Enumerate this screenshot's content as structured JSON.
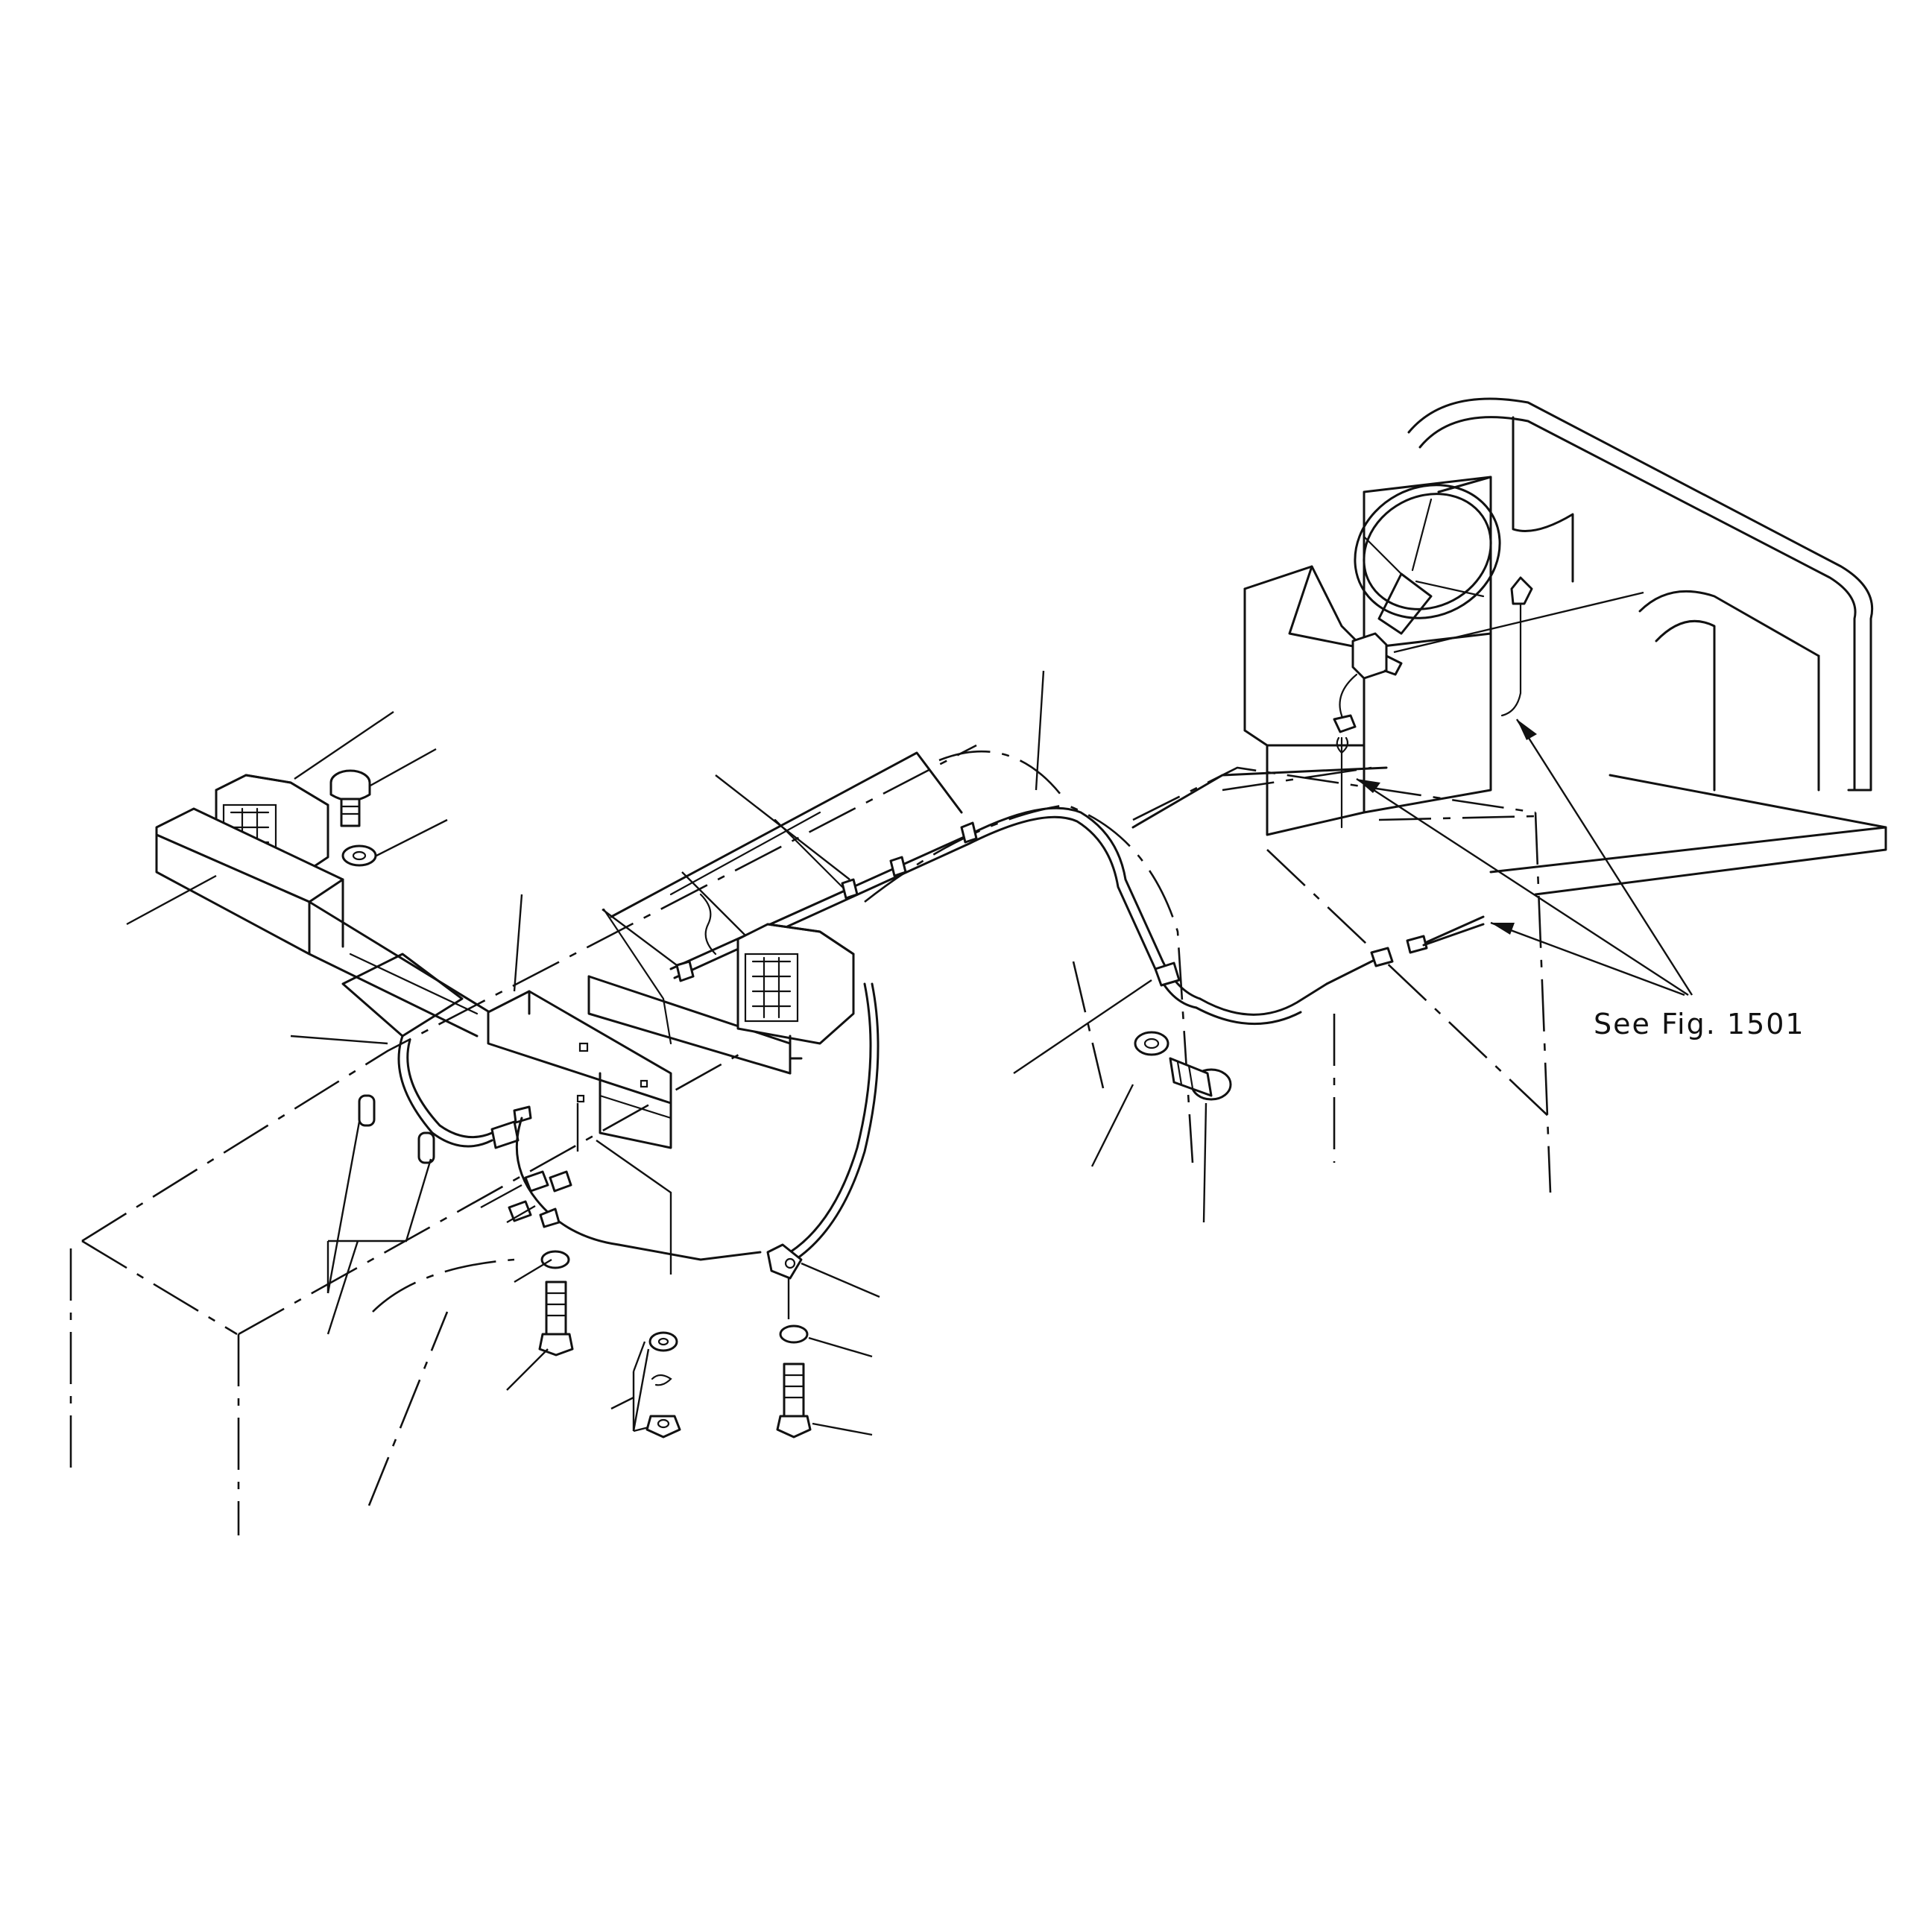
{
  "callout": {
    "text": "See Fig. 1501"
  },
  "colors": {
    "ink": "#111111",
    "paper": "#ffffff"
  },
  "parts": [
    "left-floodlight",
    "bolt",
    "washer",
    "mounting-bracket",
    "center-bracket",
    "right-floodlight",
    "wire-harness",
    "cable-clips",
    "steering-wheel",
    "toggle-switch",
    "connector",
    "cab-rollbar"
  ]
}
